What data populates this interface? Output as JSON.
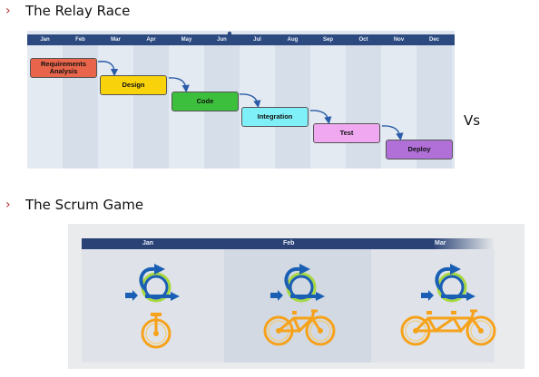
{
  "bullets": [
    {
      "marker": "›",
      "text": "The Relay Race"
    },
    {
      "marker": "›",
      "text": "The Scrum Game"
    }
  ],
  "vs_label": "Vs",
  "relay_months": [
    "Jan",
    "Feb",
    "Mar",
    "Apr",
    "May",
    "Jun",
    "Jul",
    "Aug",
    "Sep",
    "Oct",
    "Nov",
    "Dec"
  ],
  "relay_phases": [
    {
      "label": "Requirements Analysis",
      "color": "#e8644a"
    },
    {
      "label": "Design",
      "color": "#f8d20a"
    },
    {
      "label": "Code",
      "color": "#3cbf3c"
    },
    {
      "label": "Integration",
      "color": "#80f0f8"
    },
    {
      "label": "Test",
      "color": "#f0a8f0"
    },
    {
      "label": "Deploy",
      "color": "#b070d8"
    }
  ],
  "scrum_months": [
    "Jan",
    "Feb",
    "Mar"
  ],
  "colors": {
    "header_bar": "#2c4a80",
    "cycle_arrow": "#1a5fb4",
    "cycle_ring": "#a8d840",
    "bike": "#f6a21a"
  },
  "icons": [
    "cycle-arrow-icon",
    "unicycle-icon",
    "bicycle-icon",
    "tandem-bicycle-icon"
  ]
}
